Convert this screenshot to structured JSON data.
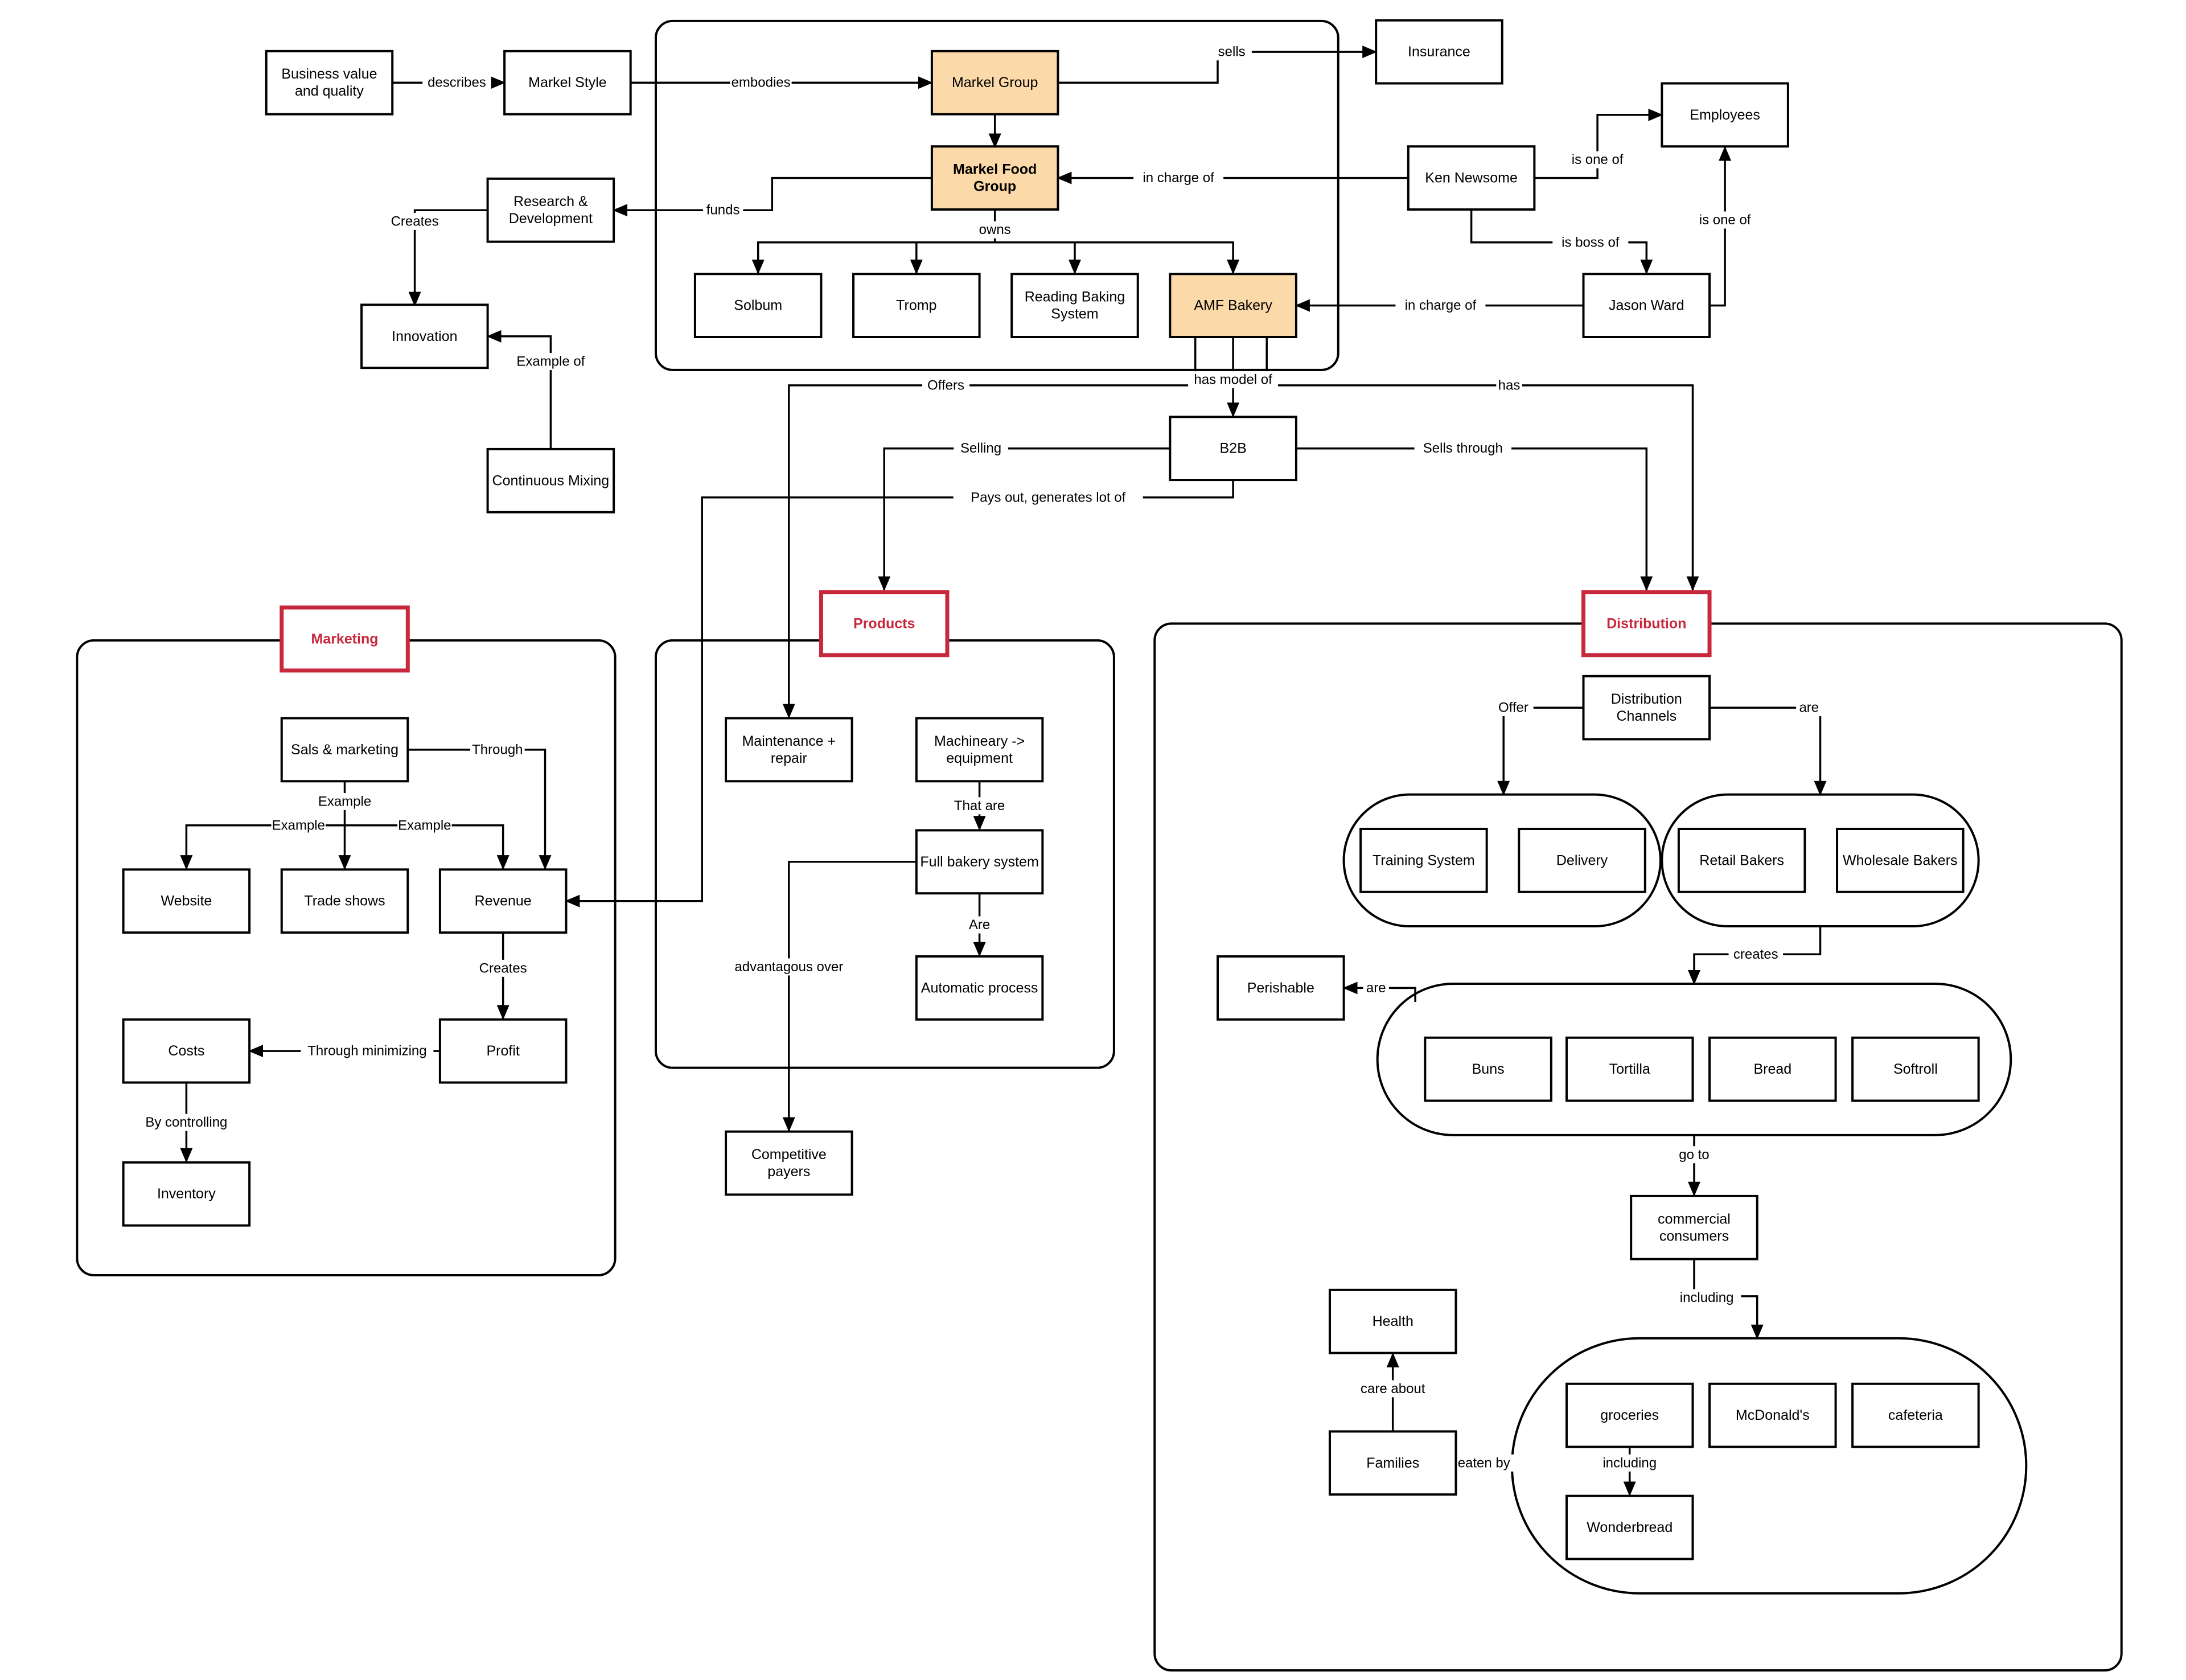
{
  "nodes": [
    {
      "id": "bvq",
      "lines": [
        "Business value",
        "and quality"
      ]
    },
    {
      "id": "markel_style",
      "lines": [
        "Markel Style"
      ]
    },
    {
      "id": "markel_group",
      "lines": [
        "Markel Group"
      ],
      "highlight": true
    },
    {
      "id": "insurance",
      "lines": [
        "Insurance"
      ]
    },
    {
      "id": "employees",
      "lines": [
        "Employees"
      ]
    },
    {
      "id": "markel_food",
      "lines": [
        "Markel Food",
        "Group"
      ],
      "highlight": true,
      "bold": true
    },
    {
      "id": "ken",
      "lines": [
        "Ken Newsome"
      ]
    },
    {
      "id": "rnd",
      "lines": [
        "Research &",
        "Development"
      ]
    },
    {
      "id": "solbum",
      "lines": [
        "Solbum"
      ]
    },
    {
      "id": "tromp",
      "lines": [
        "Tromp"
      ]
    },
    {
      "id": "reading",
      "lines": [
        "Reading Baking",
        "System"
      ]
    },
    {
      "id": "amf",
      "lines": [
        "AMF Bakery"
      ],
      "highlight": true
    },
    {
      "id": "jason",
      "lines": [
        "Jason Ward"
      ]
    },
    {
      "id": "innovation",
      "lines": [
        "Innovation"
      ]
    },
    {
      "id": "mixing",
      "lines": [
        "Continuous Mixing"
      ]
    },
    {
      "id": "b2b",
      "lines": [
        "B2B"
      ]
    },
    {
      "id": "marketing",
      "lines": [
        "Marketing"
      ],
      "section": true
    },
    {
      "id": "products",
      "lines": [
        "Products"
      ],
      "section": true
    },
    {
      "id": "distribution",
      "lines": [
        "Distribution"
      ],
      "section": true
    },
    {
      "id": "sals",
      "lines": [
        "Sals & marketing"
      ]
    },
    {
      "id": "website",
      "lines": [
        "Website"
      ]
    },
    {
      "id": "tradeshows",
      "lines": [
        "Trade shows"
      ]
    },
    {
      "id": "revenue",
      "lines": [
        "Revenue"
      ]
    },
    {
      "id": "costs",
      "lines": [
        "Costs"
      ]
    },
    {
      "id": "profit",
      "lines": [
        "Profit"
      ]
    },
    {
      "id": "inventory",
      "lines": [
        "Inventory"
      ]
    },
    {
      "id": "maint",
      "lines": [
        "Maintenance +",
        "repair"
      ]
    },
    {
      "id": "machinery",
      "lines": [
        "Machineary ->",
        "equipment"
      ]
    },
    {
      "id": "fullbakery",
      "lines": [
        "Full bakery system"
      ]
    },
    {
      "id": "autoproc",
      "lines": [
        "Automatic process"
      ]
    },
    {
      "id": "competitive",
      "lines": [
        "Competitive",
        "payers"
      ]
    },
    {
      "id": "distchannels",
      "lines": [
        "Distribution",
        "Channels"
      ]
    },
    {
      "id": "training",
      "lines": [
        "Training System"
      ]
    },
    {
      "id": "delivery",
      "lines": [
        "Delivery"
      ]
    },
    {
      "id": "retail",
      "lines": [
        "Retail Bakers"
      ]
    },
    {
      "id": "wholesale",
      "lines": [
        "Wholesale Bakers"
      ]
    },
    {
      "id": "perishable",
      "lines": [
        "Perishable"
      ]
    },
    {
      "id": "buns",
      "lines": [
        "Buns"
      ]
    },
    {
      "id": "tortilla",
      "lines": [
        "Tortilla"
      ]
    },
    {
      "id": "bread",
      "lines": [
        "Bread"
      ]
    },
    {
      "id": "softroll",
      "lines": [
        "Softroll"
      ]
    },
    {
      "id": "commercial",
      "lines": [
        "commercial",
        "consumers"
      ]
    },
    {
      "id": "health",
      "lines": [
        "Health"
      ]
    },
    {
      "id": "families",
      "lines": [
        "Families"
      ]
    },
    {
      "id": "groceries",
      "lines": [
        "groceries"
      ]
    },
    {
      "id": "mcdonalds",
      "lines": [
        "McDonald's"
      ]
    },
    {
      "id": "cafeteria",
      "lines": [
        "cafeteria"
      ]
    },
    {
      "id": "wonderbread",
      "lines": [
        "Wonderbread"
      ]
    }
  ],
  "edge_labels": [
    {
      "id": "e_describes",
      "text": "describes"
    },
    {
      "id": "e_embodies",
      "text": "embodies"
    },
    {
      "id": "e_sells",
      "text": "sells"
    },
    {
      "id": "e_funds",
      "text": "funds"
    },
    {
      "id": "e_creates_innov",
      "text": "Creates"
    },
    {
      "id": "e_example_of",
      "text": "Example of"
    },
    {
      "id": "e_incharge_mfg",
      "text": "in charge of"
    },
    {
      "id": "e_isoneof_ken",
      "text": "is one of"
    },
    {
      "id": "e_isbossof",
      "text": "is boss of"
    },
    {
      "id": "e_isoneof_jason",
      "text": "is one of"
    },
    {
      "id": "e_owns",
      "text": "owns"
    },
    {
      "id": "e_incharge_amf",
      "text": "in charge of"
    },
    {
      "id": "e_offers",
      "text": "Offers"
    },
    {
      "id": "e_hasmodel",
      "text": "has model of"
    },
    {
      "id": "e_has",
      "text": "has"
    },
    {
      "id": "e_selling",
      "text": "Selling"
    },
    {
      "id": "e_sellsthrough",
      "text": "Sells through"
    },
    {
      "id": "e_paysout",
      "text": "Pays out, generates lot of"
    },
    {
      "id": "e_through",
      "text": "Through"
    },
    {
      "id": "e_example_mid",
      "text": "Example"
    },
    {
      "id": "e_example_left",
      "text": "Example"
    },
    {
      "id": "e_example_right",
      "text": "Example"
    },
    {
      "id": "e_creates_profit",
      "text": "Creates"
    },
    {
      "id": "e_through_min",
      "text": "Through minimizing"
    },
    {
      "id": "e_by_controlling",
      "text": "By controlling"
    },
    {
      "id": "e_that_are",
      "text": "That are"
    },
    {
      "id": "e_are_auto",
      "text": "Are"
    },
    {
      "id": "e_advantagous",
      "text": "advantagous over"
    },
    {
      "id": "e_offer",
      "text": "Offer"
    },
    {
      "id": "e_are_dist",
      "text": "are"
    },
    {
      "id": "e_creates_prod",
      "text": "creates"
    },
    {
      "id": "e_are_perish",
      "text": "are"
    },
    {
      "id": "e_goto",
      "text": "go to"
    },
    {
      "id": "e_including_comm",
      "text": "including"
    },
    {
      "id": "e_care_about",
      "text": "care about"
    },
    {
      "id": "e_eaten_by",
      "text": "eaten by"
    },
    {
      "id": "e_including_groc",
      "text": "including"
    }
  ]
}
